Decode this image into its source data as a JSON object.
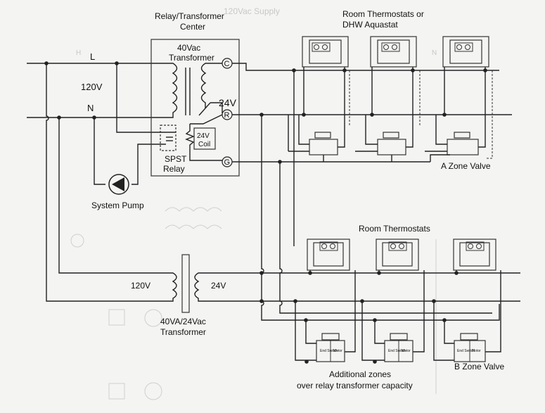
{
  "colors": {
    "background": "#f4f4f2",
    "wire": "#222222",
    "ghost": "#cfcfcf",
    "text": "#111111"
  },
  "labels": {
    "relay_center_line1": "Relay/Transformer",
    "relay_center_line2": "Center",
    "transformer_40vac_line1": "40Vac",
    "transformer_40vac_line2": "Transformer",
    "terminal_c": "C",
    "terminal_r": "R",
    "terminal_g": "G",
    "volt_24v_top": "24V",
    "coil_line1": "24V",
    "coil_line2": "Coil",
    "spst_line1": "SPST",
    "spst_line2": "Relay",
    "line_l": "L",
    "line_n": "N",
    "volt_120v_top": "120V",
    "system_pump": "System Pump",
    "room_thermostats_top_line1": "Room Thermostats or",
    "room_thermostats_top_line2": "DHW Aquastat",
    "zone_valve_a": "A Zone Valve",
    "room_thermostats_bottom": "Room Thermostats",
    "volt_120v_bottom": "120V",
    "volt_24v_bottom": "24V",
    "transformer_40va_line1": "40VA/24Vac",
    "transformer_40va_line2": "Transformer",
    "zone_valve_b": "B Zone Valve",
    "additional_zones_line1": "Additional zones",
    "additional_zones_line2": "over relay transformer capacity",
    "valve_end_switch": "End Switch",
    "valve_motor": "Motor"
  },
  "bleed_through_text": [
    "120Vac Supply",
    "H",
    "N"
  ]
}
